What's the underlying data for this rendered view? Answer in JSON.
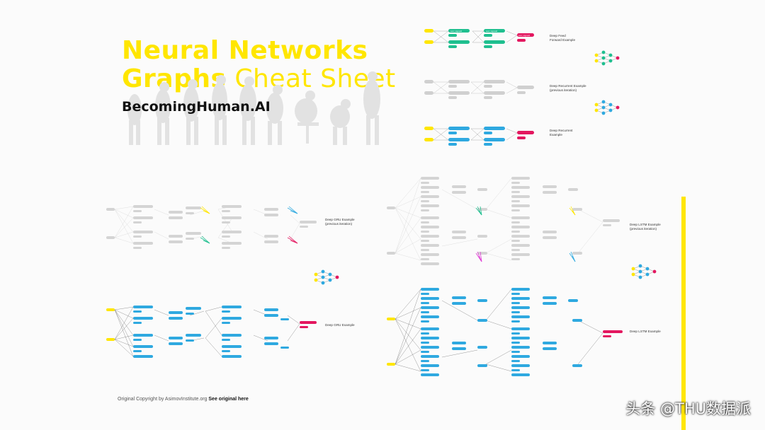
{
  "header": {
    "title_line1": "Neural Networks",
    "title_line2_bold": "Graphs",
    "title_line2_light": " Cheat Sheet",
    "brand": "BecomingHuman.AI"
  },
  "footer": {
    "copyright_prefix": "Original Copyright by AsimovInstitute.org ",
    "copyright_link": "See original here",
    "watermark": "头条 @THU数据派"
  },
  "diagrams": [
    {
      "name": "deep-feed-forward",
      "label": "Deep Feed\nForward Example",
      "color": "#1fbf8f"
    },
    {
      "name": "deep-recurrent-previous",
      "label": "Deep Recurrent Example\n(previous iteration)",
      "color": "#bdbdbd"
    },
    {
      "name": "deep-recurrent",
      "label": "Deep Recurrent\nExample",
      "color": "#2fa9e0"
    },
    {
      "name": "deep-gru-previous",
      "label": "Deep GRU Example\n(previous iteration)",
      "color": "#bdbdbd"
    },
    {
      "name": "deep-lstm-previous",
      "label": "Deep LSTM Example\n(previous iteration)",
      "color": "#bdbdbd"
    },
    {
      "name": "deep-gru",
      "label": "Deep GRU Example",
      "color": "#2fa9e0"
    },
    {
      "name": "deep-lstm",
      "label": "Deep LSTM Example",
      "color": "#2fa9e0"
    }
  ],
  "colors": {
    "accent_yellow": "#ffe600",
    "output_pink": "#e3175f",
    "teal": "#1fbf8f",
    "blue": "#2fa9e0",
    "grey": "#bdbdbd"
  },
  "icons": [
    "network-icon",
    "silhouettes-illustration"
  ]
}
